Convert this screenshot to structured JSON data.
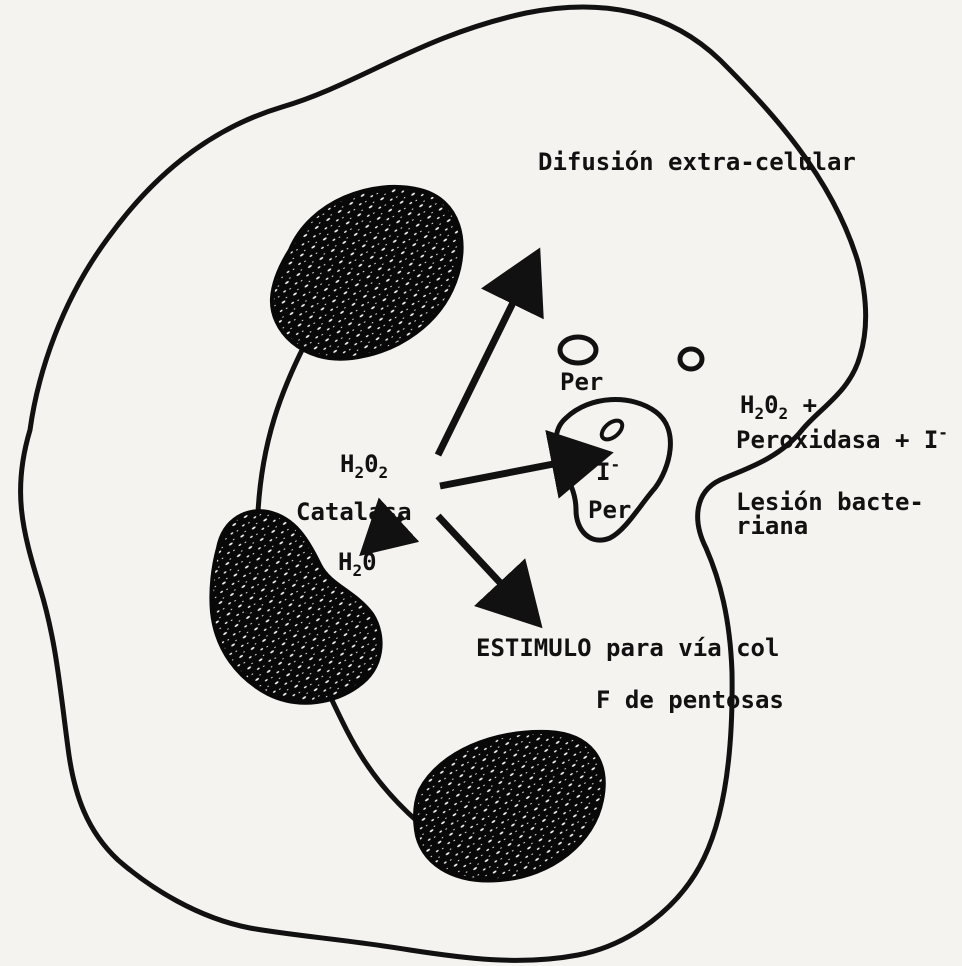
{
  "diagram": {
    "labels": {
      "difusion": "Difusión extra-celular",
      "per_top": "Per",
      "h2o2_center": {
        "h": "H",
        "two1": "2",
        "o": "0",
        "two2": "2"
      },
      "catalasa": "Catalasa",
      "h2o": {
        "h": "H",
        "two": "2",
        "o": "0"
      },
      "iodide_center": {
        "i": "I",
        "charge": "-"
      },
      "per_bottom": "Per",
      "h2o2_right": {
        "h": "H",
        "two1": "2",
        "o": "0",
        "two2": "2",
        "plus": "+"
      },
      "peroxidasa": {
        "text": "Peroxidasa + I",
        "charge": "-"
      },
      "lesion_line1": "Lesión bacte-",
      "lesion_line2": "riana",
      "estimulo": "ESTIMULO para vía col",
      "pentosas": "F de pentosas"
    }
  }
}
